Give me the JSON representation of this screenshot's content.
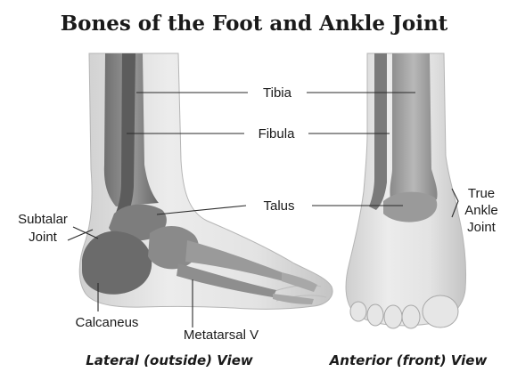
{
  "title": "Bones of the Foot and Ankle Joint",
  "labels": {
    "tibia": "Tibia",
    "fibula": "Fibula",
    "talus": "Talus",
    "subtalar_line1": "Subtalar",
    "subtalar_line2": "Joint",
    "calcaneus": "Calcaneus",
    "metatarsal_v": "Metatarsal V",
    "true_ankle_line1": "True",
    "true_ankle_line2": "Ankle",
    "true_ankle_line3": "Joint"
  },
  "captions": {
    "lateral": "Lateral (outside) View",
    "anterior": "Anterior (front) View"
  }
}
